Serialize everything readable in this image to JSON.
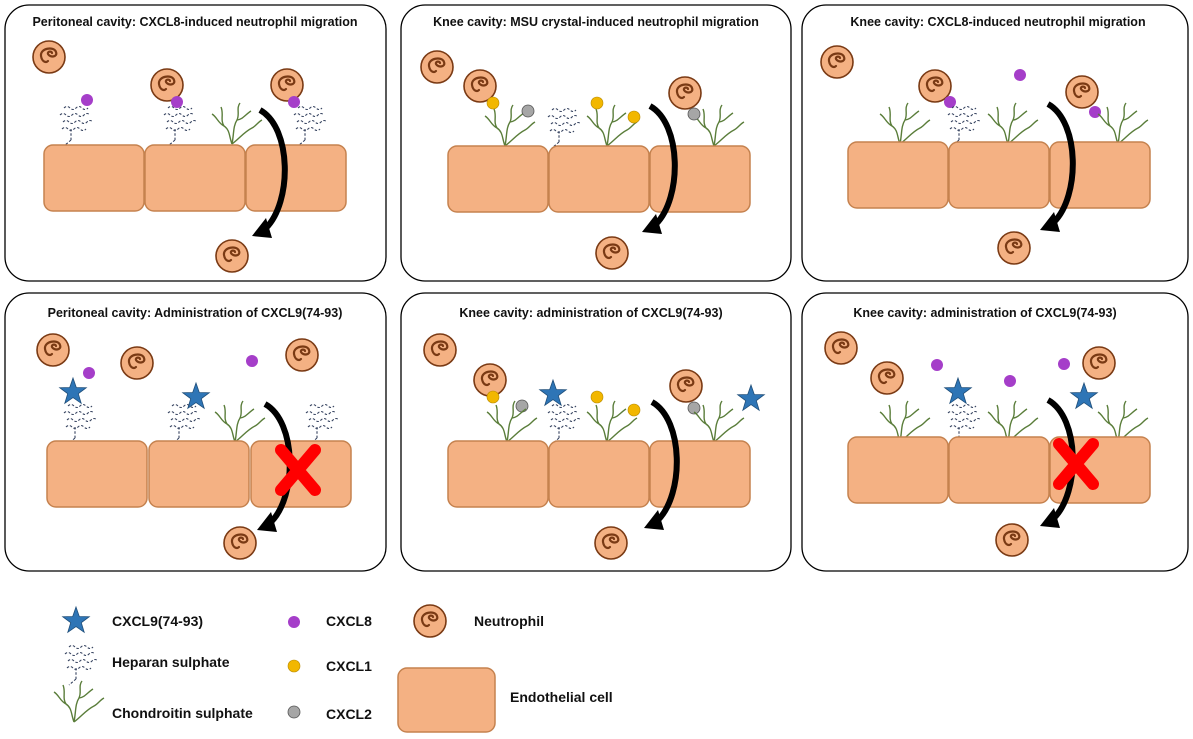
{
  "panels": [
    {
      "title": "Peritoneal cavity: CXCL8-induced neutrophil migration"
    },
    {
      "title": "Knee cavity: MSU crystal-induced neutrophil migration"
    },
    {
      "title": "Knee cavity: CXCL8-induced neutrophil migration"
    },
    {
      "title": "Peritoneal cavity: Administration of CXCL9(74-93)"
    },
    {
      "title": "Knee cavity: administration of CXCL9(74-93)"
    },
    {
      "title": "Knee cavity: administration of CXCL9(74-93)"
    }
  ],
  "legend": {
    "cxcl9": "CXCL9(74-93)",
    "heparan": "Heparan sulphate",
    "chondroitin": "Chondroitin sulphate",
    "cxcl8": "CXCL8",
    "cxcl1": "CXCL1",
    "cxcl2": "CXCL2",
    "neutrophil": "Neutrophil",
    "endothelial": "Endothelial cell"
  },
  "colors": {
    "cell_fill": "#f4b183",
    "cell_stroke": "#c5824f",
    "cxcl8": "#a53ec9",
    "cxcl1": "#f2b700",
    "cxcl2": "#a6a6a6",
    "star": "#2e75b6",
    "chondroitin": "#5a7d3a",
    "heparan": "#34415e",
    "block_x": "#ff0000"
  }
}
